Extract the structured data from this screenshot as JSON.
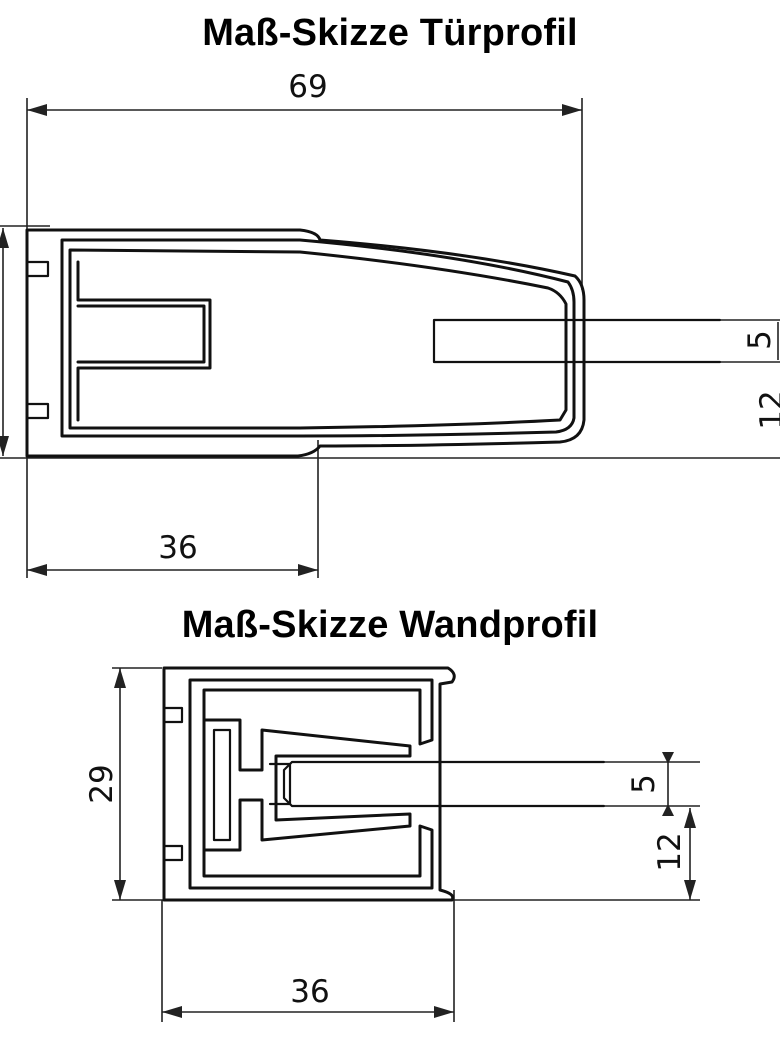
{
  "door_profile": {
    "title": "Maß-Skizze Türprofil",
    "dim_width_total": "69",
    "dim_width_base": "36",
    "dim_glass": "5",
    "dim_offset": "12"
  },
  "wall_profile": {
    "title": "Maß-Skizze Wandprofil",
    "dim_height": "29",
    "dim_width_base": "36",
    "dim_glass": "5",
    "dim_offset": "12"
  }
}
